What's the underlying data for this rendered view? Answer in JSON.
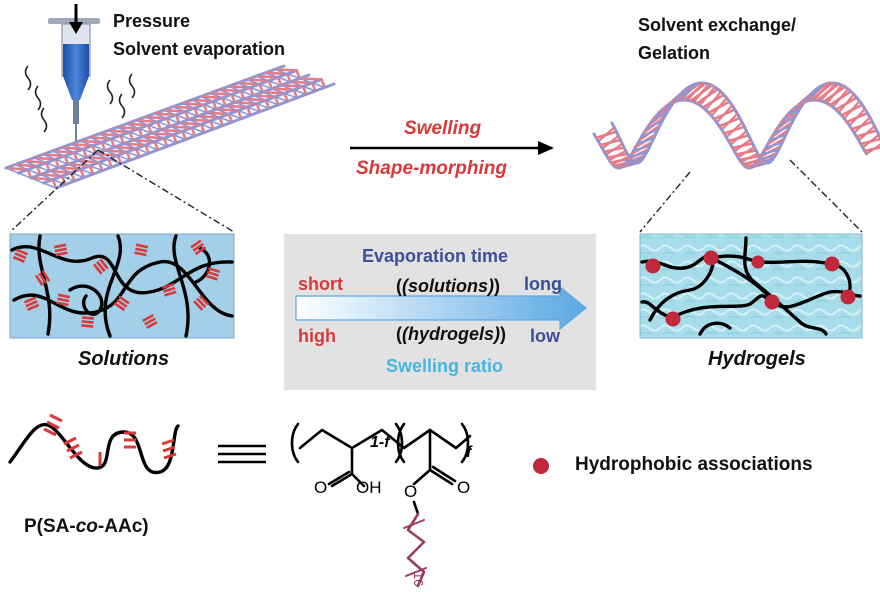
{
  "labels": {
    "pressure": "Pressure",
    "evaporation": "Solvent evaporation",
    "exchange": "Solvent exchange/",
    "gelation": "Gelation",
    "swelling": "Swelling",
    "shape_morphing": "Shape-morphing",
    "solutions": "Solutions",
    "hydrogels": "Hydrogels"
  },
  "gradient_box": {
    "evap_time": "Evaporation time",
    "short": "short",
    "long": "long",
    "solutions_paren": "(solutions)",
    "high": "high",
    "low": "low",
    "hydrogels_paren": "(hydrogels)",
    "swelling_ratio": "Swelling ratio"
  },
  "legend": {
    "polymer_prefix": "P(SA-",
    "polymer_co": "co",
    "polymer_suffix": "-AAc)",
    "hydrophobic": "Hydrophobic associations"
  },
  "chem": {
    "index_1f": "1-f",
    "index_f": "f",
    "carboxyl_o": "O",
    "carboxyl_oh": "OH",
    "ester_o1": "O",
    "ester_o2": "O",
    "chain_n": "16"
  },
  "colors": {
    "red": "#d83a3a",
    "navy": "#3d4f96",
    "cyan": "#48b5e0",
    "pink_strand": "#e77b86",
    "blue_strand": "#8c97d6",
    "maroon": "#c0283b",
    "chain": "#9c3a63"
  }
}
